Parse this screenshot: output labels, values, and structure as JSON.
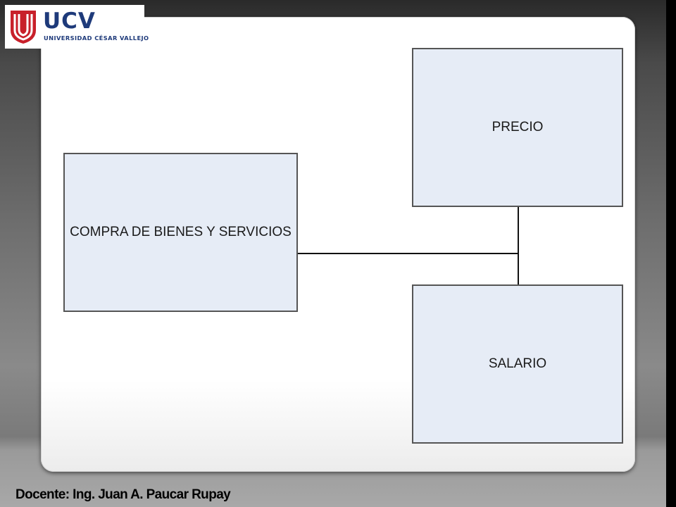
{
  "logo": {
    "title": "UCV",
    "subtitle": "Universidad César Vallejo",
    "colors": {
      "red": "#c8202a",
      "navy": "#1e3a7a"
    }
  },
  "diagram": {
    "nodes": [
      {
        "id": "compra",
        "label": "COMPRA DE BIENES Y SERVICIOS"
      },
      {
        "id": "precio",
        "label": "PRECIO"
      },
      {
        "id": "salario",
        "label": "SALARIO"
      }
    ],
    "edges": [
      {
        "from": "compra",
        "to": "precio"
      },
      {
        "from": "compra",
        "to": "salario"
      }
    ],
    "colors": {
      "box_fill": "#e6ecf6",
      "box_border": "#555555"
    }
  },
  "footer": {
    "text": "Docente: Ing. Juan A. Paucar Rupay"
  }
}
